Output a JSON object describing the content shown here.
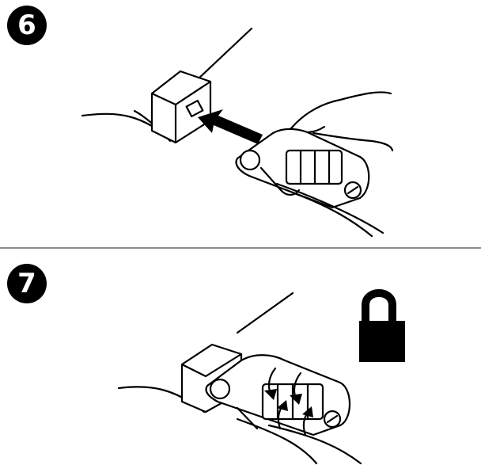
{
  "steps": [
    {
      "number": "6"
    },
    {
      "number": "7"
    }
  ],
  "icons": {
    "panel_6": [
      "laptop-edge",
      "security-slot",
      "insert-arrow-icon",
      "combination-lock",
      "hand-icon",
      "cable"
    ],
    "panel_7": [
      "laptop-edge",
      "combination-lock",
      "scramble-arrows-icon",
      "cable",
      "padlock-locked-icon"
    ]
  }
}
